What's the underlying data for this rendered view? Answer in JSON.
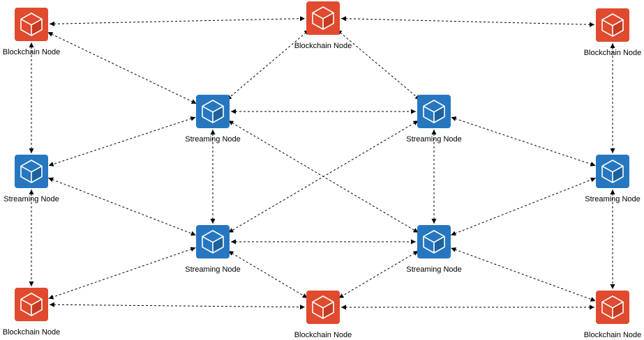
{
  "colors": {
    "blockchain": "#E04A2F",
    "blockchain_dark": "#C63B22",
    "streaming": "#2677C0",
    "streaming_dark": "#1C629F",
    "edge": "#000000"
  },
  "node_types": {
    "blockchain": {
      "label": "Blockchain Node",
      "icon": "cube-icon"
    },
    "streaming": {
      "label": "Streaming Node",
      "icon": "cube-icon"
    }
  },
  "nodes": [
    {
      "id": "b1",
      "type": "blockchain",
      "label": "Blockchain Node"
    },
    {
      "id": "b2",
      "type": "blockchain",
      "label": "Blockchain Node"
    },
    {
      "id": "b3",
      "type": "blockchain",
      "label": "Blockchain Node"
    },
    {
      "id": "b4",
      "type": "blockchain",
      "label": "Blockchain Node"
    },
    {
      "id": "b5",
      "type": "blockchain",
      "label": "Blockchain Node"
    },
    {
      "id": "b6",
      "type": "blockchain",
      "label": "Blockchain Node"
    },
    {
      "id": "s1",
      "type": "streaming",
      "label": "Streaming Node"
    },
    {
      "id": "s2",
      "type": "streaming",
      "label": "Streaming Node"
    },
    {
      "id": "s3",
      "type": "streaming",
      "label": "Streaming Node"
    },
    {
      "id": "s4",
      "type": "streaming",
      "label": "Streaming Node"
    },
    {
      "id": "s5",
      "type": "streaming",
      "label": "Streaming Node"
    },
    {
      "id": "s6",
      "type": "streaming",
      "label": "Streaming Node"
    }
  ],
  "edges": [
    {
      "from": "b1",
      "to": "b2",
      "arrows": "both"
    },
    {
      "from": "b2",
      "to": "b3",
      "arrows": "both"
    },
    {
      "from": "b1",
      "to": "s1",
      "arrows": "both"
    },
    {
      "from": "b1",
      "to": "s3",
      "arrows": "both"
    },
    {
      "from": "b2",
      "to": "s1",
      "arrows": "both"
    },
    {
      "from": "b2",
      "to": "s2",
      "arrows": "both"
    },
    {
      "from": "b3",
      "to": "s6",
      "arrows": "both"
    },
    {
      "from": "s1",
      "to": "s2",
      "arrows": "both"
    },
    {
      "from": "s1",
      "to": "s3",
      "arrows": "both"
    },
    {
      "from": "s1",
      "to": "s4",
      "arrows": "both"
    },
    {
      "from": "s1",
      "to": "s5",
      "arrows": "both"
    },
    {
      "from": "s2",
      "to": "s4",
      "arrows": "both"
    },
    {
      "from": "s2",
      "to": "s5",
      "arrows": "both"
    },
    {
      "from": "s2",
      "to": "s6",
      "arrows": "both"
    },
    {
      "from": "s3",
      "to": "s4",
      "arrows": "both"
    },
    {
      "from": "s3",
      "to": "b4",
      "arrows": "both"
    },
    {
      "from": "s4",
      "to": "s5",
      "arrows": "both"
    },
    {
      "from": "s4",
      "to": "b4",
      "arrows": "both"
    },
    {
      "from": "s4",
      "to": "b5",
      "arrows": "both"
    },
    {
      "from": "s5",
      "to": "b5",
      "arrows": "both"
    },
    {
      "from": "s5",
      "to": "s6",
      "arrows": "both"
    },
    {
      "from": "s5",
      "to": "b6",
      "arrows": "both"
    },
    {
      "from": "s6",
      "to": "b6",
      "arrows": "both"
    },
    {
      "from": "b4",
      "to": "b5",
      "arrows": "both"
    },
    {
      "from": "b5",
      "to": "b6",
      "arrows": "both"
    }
  ]
}
